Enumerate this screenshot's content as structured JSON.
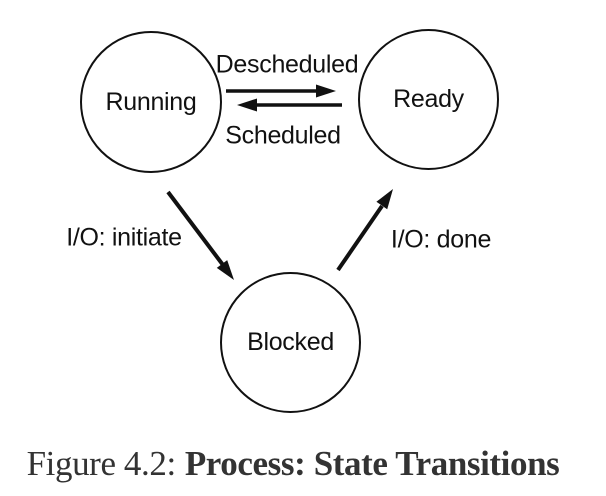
{
  "figure": {
    "states": [
      {
        "id": "running",
        "label": "Running"
      },
      {
        "id": "ready",
        "label": "Ready"
      },
      {
        "id": "blocked",
        "label": "Blocked"
      }
    ],
    "transitions": [
      {
        "id": "descheduled",
        "label": "Descheduled",
        "from": "Running",
        "to": "Ready"
      },
      {
        "id": "scheduled",
        "label": "Scheduled",
        "from": "Ready",
        "to": "Running"
      },
      {
        "id": "io-initiate",
        "label": "I/O: initiate",
        "from": "Running",
        "to": "Blocked"
      },
      {
        "id": "io-done",
        "label": "I/O: done",
        "from": "Blocked",
        "to": "Ready"
      }
    ],
    "caption": {
      "prefix": "Figure 4.2:",
      "title": "Process: State Transitions"
    },
    "colors": {
      "ink": "#111111",
      "caption_text": "#333333",
      "background": "#ffffff"
    }
  }
}
